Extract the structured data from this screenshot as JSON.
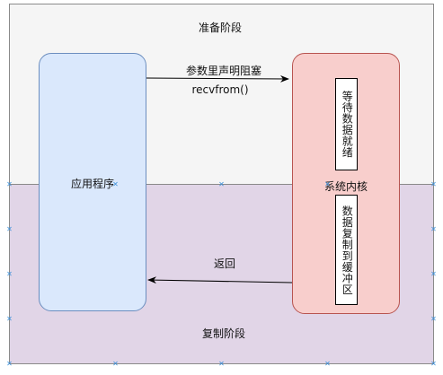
{
  "phases": {
    "top_label": "准备阶段",
    "bottom_label": "复制阶段"
  },
  "nodes": {
    "app": "应用程序",
    "kernel": "系统内核",
    "wait": "等待数据就绪",
    "copy": "数据复制到缓冲区"
  },
  "edges": {
    "call_label_1": "参数里声明阻塞",
    "call_label_2": "recvfrom()",
    "return_label": "返回"
  },
  "colors": {
    "top_phase_fill": "#f5f5f5",
    "bottom_phase_fill": "#e1d5e7",
    "app_fill": "#dae8fc",
    "app_stroke": "#6c8ebf",
    "kernel_fill": "#f8cecc",
    "kernel_stroke": "#b85450",
    "handle_marker": "#3a8fd8"
  }
}
